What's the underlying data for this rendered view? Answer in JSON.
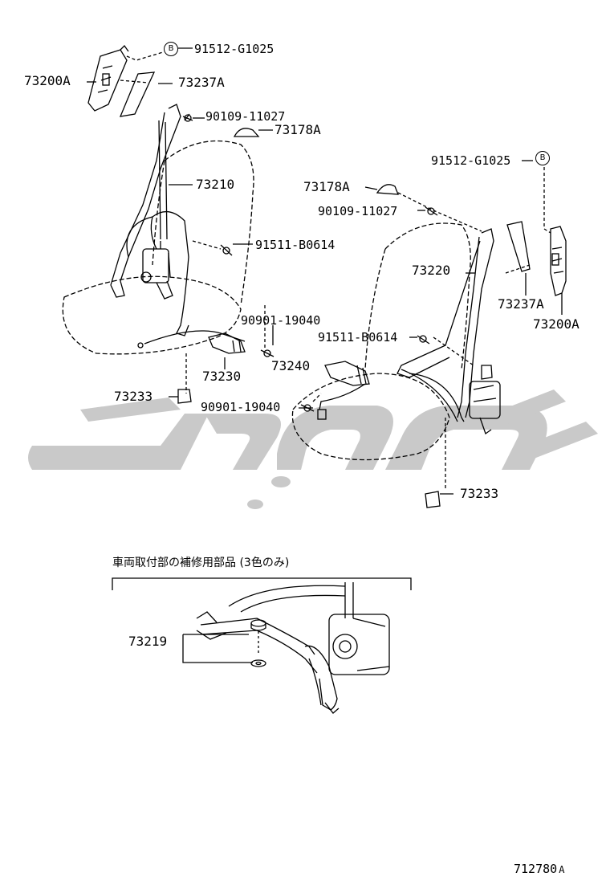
{
  "labels": {
    "p73200a_left": "73200A",
    "p73237a_left": "73237A",
    "p91512_left": "91512-G1025",
    "p90109_left": "90109-11027",
    "p73178a_left": "73178A",
    "p73210": "73210",
    "p91511_left": "91511-B0614",
    "p90901_upper": "90901-19040",
    "p73230": "73230",
    "p73240": "73240",
    "p73233_left": "73233",
    "p90901_lower": "90901-19040",
    "p91512_right": "91512-G1025",
    "p73178a_right": "73178A",
    "p90109_right": "90109-11027",
    "p73220": "73220",
    "p73237a_right": "73237A",
    "p73200a_right": "73200A",
    "p91511_right": "91511-B0614",
    "p73233_right": "73233",
    "p73219": "73219"
  },
  "markers": {
    "b_left": "B",
    "b_right": "B"
  },
  "note": "車両取付部の補修用部品 (3色のみ)",
  "diagram_number": "712780",
  "diagram_suffix": "A",
  "colors": {
    "line": "#000000",
    "watermark": "#c8c8c8"
  }
}
